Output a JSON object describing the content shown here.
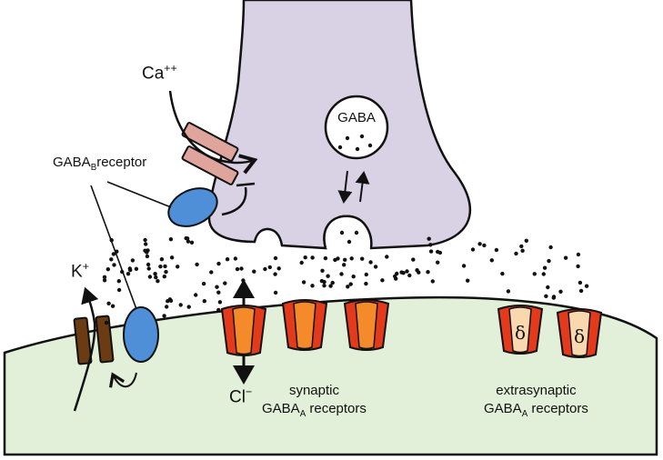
{
  "labels": {
    "calcium": {
      "base": "Ca",
      "sup": "++"
    },
    "potassium": {
      "base": "K",
      "sup": "+"
    },
    "chloride": {
      "base": "Cl",
      "sup": "−"
    },
    "gaba_b_receptor": {
      "base": "GABA",
      "sub": "B",
      "rest": "receptor"
    },
    "vesicle": "GABA",
    "synaptic": {
      "line1": "synaptic",
      "line2_base": "GABA",
      "line2_sub": "A",
      "line2_rest": " receptors"
    },
    "extrasynaptic": {
      "line1": "extrasynaptic",
      "line2_base": "GABA",
      "line2_sub": "A",
      "line2_rest": " receptors"
    },
    "delta_symbol": "δ"
  },
  "colors": {
    "presynaptic_fill": "#d9d2e4",
    "postsynaptic_fill": "#e2efd9",
    "receptor_outer": "#e23a1a",
    "receptor_inner": "#f48a2a",
    "extrasynaptic_inner": "#f9d8b0",
    "gaba_b_fill": "#4f8fd8",
    "calcium_channel": "#dfa49c",
    "potassium_channel": "#6b3b14",
    "gaba_dots": "#111111"
  }
}
